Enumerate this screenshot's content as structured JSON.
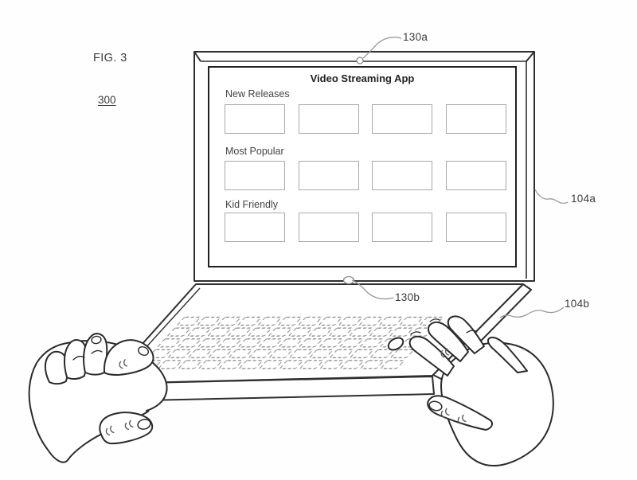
{
  "figure": {
    "label": "FIG. 3",
    "number": "300"
  },
  "annotations": {
    "display_top": "130a",
    "hinge": "130b",
    "display_panel": "104a",
    "base_panel": "104b"
  },
  "screen_app": {
    "title": "Video Streaming App",
    "sections": [
      {
        "label": "New Releases",
        "thumbnails": 4
      },
      {
        "label": "Most Popular",
        "thumbnails": 4
      },
      {
        "label": "Kid Friendly",
        "thumbnails": 4
      }
    ]
  },
  "colors": {
    "line": "#2f2f2f",
    "leader_line": "#9a9a9a",
    "thumbnail_border": "#a8a8a8",
    "background": "#fefefe"
  }
}
